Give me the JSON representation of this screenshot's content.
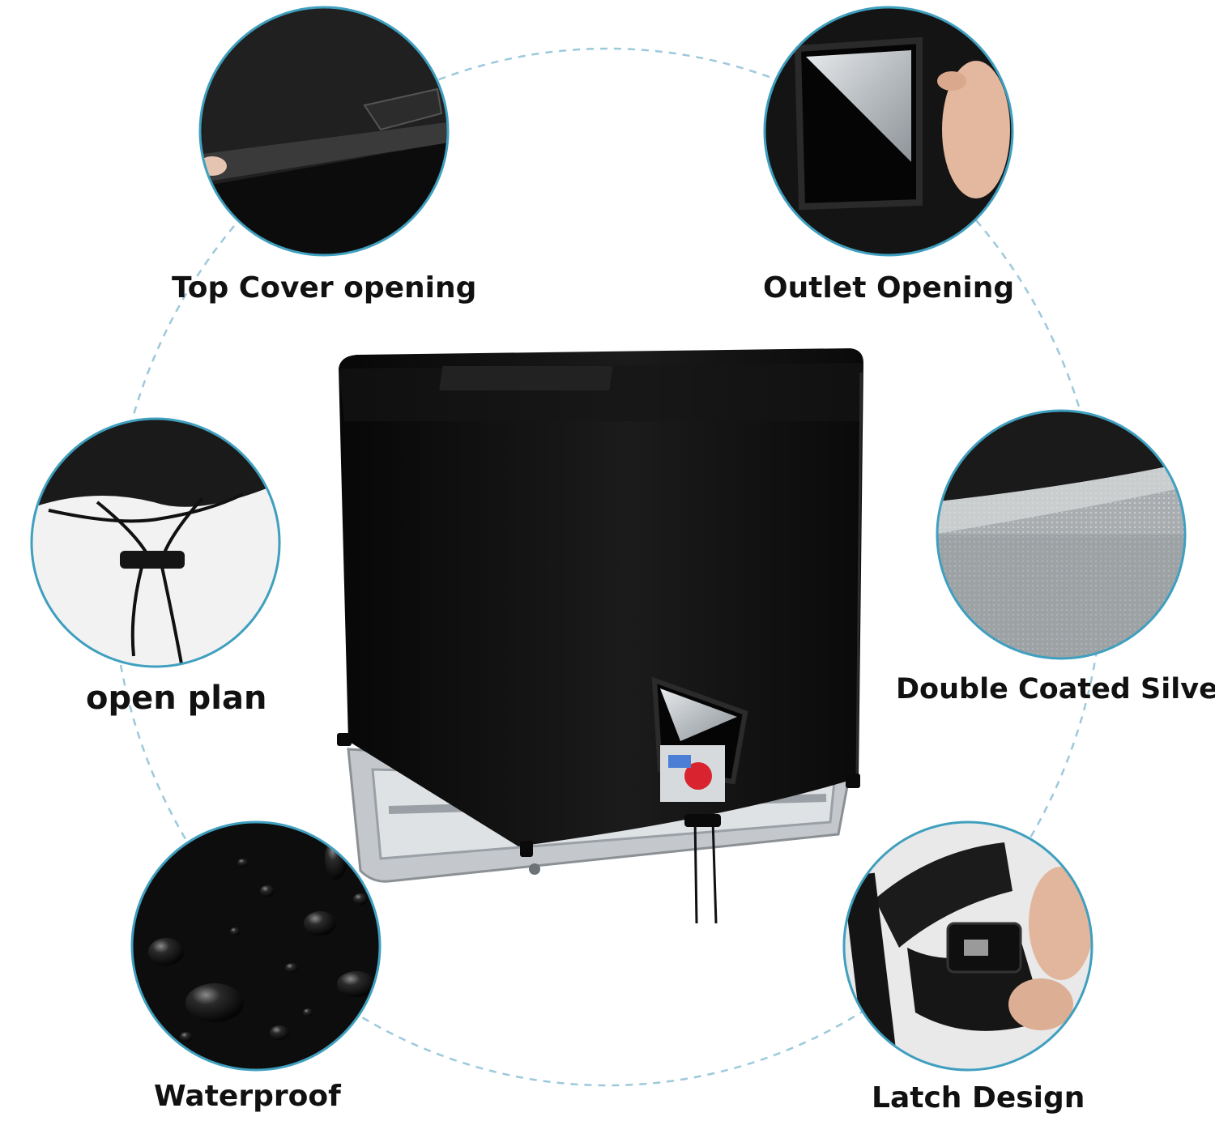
{
  "labels": {
    "top_cover": "Top Cover opening",
    "outlet": "Outlet Opening",
    "open_plan": "open plan",
    "double_coated": "Double Coated Silver",
    "waterproof": "Waterproof",
    "latch": "Latch Design"
  },
  "colors": {
    "ring": "#3f9fbf",
    "dashed_guide": "#9cc9dc",
    "cover": "#121212",
    "silver": "#cfd3d6",
    "frame": "#b9bec3",
    "valve_red": "#d9232e"
  }
}
